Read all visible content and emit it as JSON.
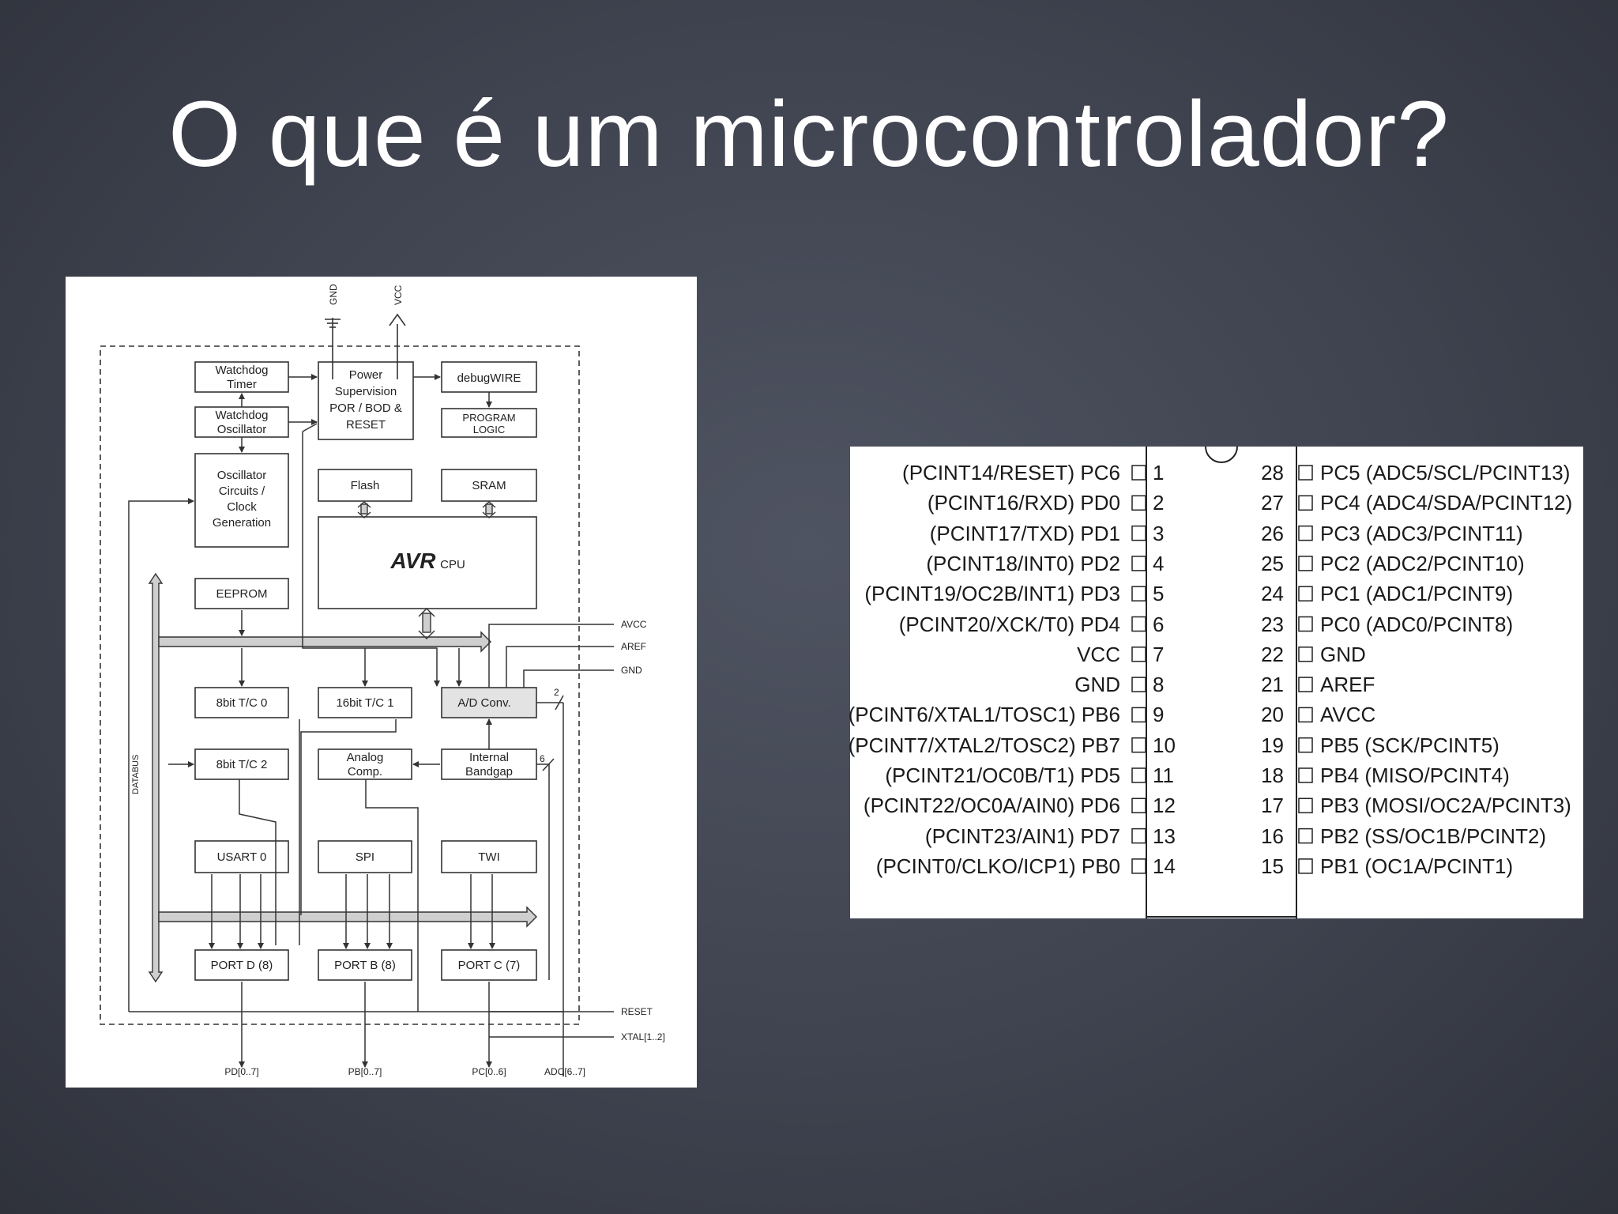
{
  "slide": {
    "title": "O que é um microcontrolador?"
  },
  "block_diagram": {
    "power_labels": {
      "gnd": "GND",
      "vcc": "VCC"
    },
    "blocks": {
      "watchdog_timer": [
        "Watchdog",
        "Timer"
      ],
      "watchdog_oscillator": [
        "Watchdog",
        "Oscillator"
      ],
      "power_supervision": [
        "Power",
        "Supervision",
        "POR / BOD &",
        "RESET"
      ],
      "debugwire": "debugWIRE",
      "program_logic": [
        "PROGRAM",
        "LOGIC"
      ],
      "oscillator": [
        "Oscillator",
        "Circuits /",
        "Clock",
        "Generation"
      ],
      "flash": "Flash",
      "sram": "SRAM",
      "avr_logo": "AVR",
      "cpu": "CPU",
      "eeprom": "EEPROM",
      "tc0": "8bit T/C 0",
      "tc1": "16bit T/C 1",
      "adc": "A/D Conv.",
      "tc2": "8bit T/C 2",
      "analog_comp": [
        "Analog",
        "Comp."
      ],
      "bandgap": [
        "Internal",
        "Bandgap"
      ],
      "usart": "USART 0",
      "spi": "SPI",
      "twi": "TWI",
      "port_d": "PORT D (8)",
      "port_b": "PORT B (8)",
      "port_c": "PORT C (7)"
    },
    "side_labels": {
      "avcc": "AVCC",
      "aref": "AREF",
      "gnd": "GND",
      "reset": "RESET",
      "xtal": "XTAL[1..2]",
      "databus": "DATABUS",
      "adc_bits_2": "2",
      "adc_bits_6": "6"
    },
    "bottom_labels": {
      "pd": "PD[0..7]",
      "pb": "PB[0..7]",
      "pc": "PC[0..6]",
      "adc": "ADC[6..7]"
    }
  },
  "pinout": {
    "left_pins": [
      {
        "name": "(PCINT14/RESET) PC6",
        "num": "1"
      },
      {
        "name": "(PCINT16/RXD) PD0",
        "num": "2"
      },
      {
        "name": "(PCINT17/TXD) PD1",
        "num": "3"
      },
      {
        "name": "(PCINT18/INT0) PD2",
        "num": "4"
      },
      {
        "name": "(PCINT19/OC2B/INT1) PD3",
        "num": "5"
      },
      {
        "name": "(PCINT20/XCK/T0) PD4",
        "num": "6"
      },
      {
        "name": "VCC",
        "num": "7"
      },
      {
        "name": "GND",
        "num": "8"
      },
      {
        "name": "(PCINT6/XTAL1/TOSC1) PB6",
        "num": "9"
      },
      {
        "name": "(PCINT7/XTAL2/TOSC2) PB7",
        "num": "10"
      },
      {
        "name": "(PCINT21/OC0B/T1) PD5",
        "num": "11"
      },
      {
        "name": "(PCINT22/OC0A/AIN0) PD6",
        "num": "12"
      },
      {
        "name": "(PCINT23/AIN1) PD7",
        "num": "13"
      },
      {
        "name": "(PCINT0/CLKO/ICP1) PB0",
        "num": "14"
      }
    ],
    "right_pins": [
      {
        "num": "28",
        "name": "PC5 (ADC5/SCL/PCINT13)"
      },
      {
        "num": "27",
        "name": "PC4 (ADC4/SDA/PCINT12)"
      },
      {
        "num": "26",
        "name": "PC3 (ADC3/PCINT11)"
      },
      {
        "num": "25",
        "name": "PC2 (ADC2/PCINT10)"
      },
      {
        "num": "24",
        "name": "PC1 (ADC1/PCINT9)"
      },
      {
        "num": "23",
        "name": "PC0 (ADC0/PCINT8)"
      },
      {
        "num": "22",
        "name": "GND"
      },
      {
        "num": "21",
        "name": "AREF"
      },
      {
        "num": "20",
        "name": "AVCC"
      },
      {
        "num": "19",
        "name": "PB5 (SCK/PCINT5)"
      },
      {
        "num": "18",
        "name": "PB4 (MISO/PCINT4)"
      },
      {
        "num": "17",
        "name": "PB3 (MOSI/OC2A/PCINT3)"
      },
      {
        "num": "16",
        "name": "PB2 (SS/OC1B/PCINT2)"
      },
      {
        "num": "15",
        "name": "PB1 (OC1A/PCINT1)"
      }
    ]
  },
  "colors": {
    "background": "#3f434f",
    "title": "#ffffff",
    "panel": "#ffffff",
    "line": "#333333",
    "adc_fill": "#e3e3e3",
    "bus_fill": "#cfcfcf"
  }
}
